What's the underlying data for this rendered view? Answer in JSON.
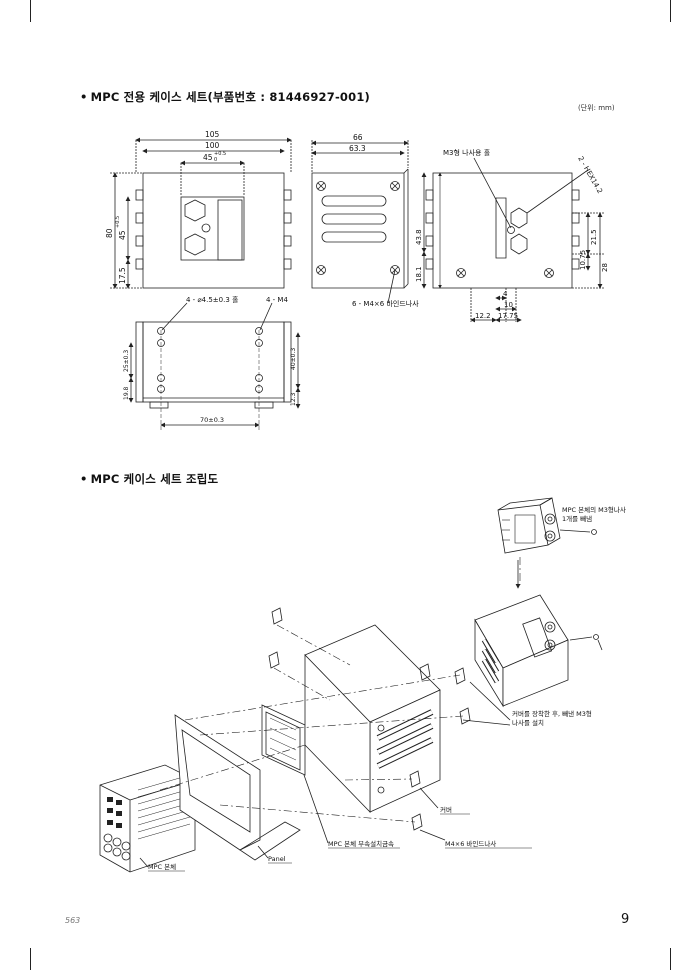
{
  "section1": {
    "bullet": "•",
    "title": "MPC 전용 케이스 세트(부품번호 : 81446927-001)",
    "unit": "(단위: mm)"
  },
  "section2": {
    "bullet": "•",
    "title": "MPC 케이스 세트 조립도"
  },
  "drawing": {
    "dims": {
      "w105": "105",
      "w100": "100",
      "w45": "45",
      "w45_tol": "+0.5",
      "w45_tol2": "0",
      "h80": "80",
      "h45": "45",
      "h45_tol": "+0.5",
      "h45_tol2": "0",
      "h17_5": "17.5",
      "d66": "66",
      "d63_3": "63.3",
      "m3_hole": "M3형 나사용 홀",
      "hex": "2 - HEX14.2",
      "h43_8": "43.8",
      "h18_1": "18.1",
      "h21_5": "21.5",
      "h10_75": "10.75",
      "h28": "28",
      "d4": "4",
      "d10": "10",
      "d12_2": "12.2",
      "d17_75": "17.75",
      "hole_4": "4 - ⌀4.5±0.3 홀",
      "m4_4": "4 - M4",
      "screw6": "6 - M4×6 바인드나사",
      "v25": "25±0.3",
      "v19_8": "19.8",
      "v40": "40±0.3",
      "v12_3": "12.3",
      "w70": "70±0.3"
    },
    "callouts": {
      "remove_screw": "MPC 본체의 M3형나사\n1개를 빼냄",
      "attach_cover": "커버를 장착한 후, 빼낸 M3형\n나사를 설치",
      "cover": "커버",
      "screw": "M4×6 바인드나사",
      "bracket": "MPC 본체 부속설치금속",
      "panel": "Panel",
      "body": "MPC 본체"
    }
  },
  "footer": {
    "code": "563",
    "page": "9"
  }
}
